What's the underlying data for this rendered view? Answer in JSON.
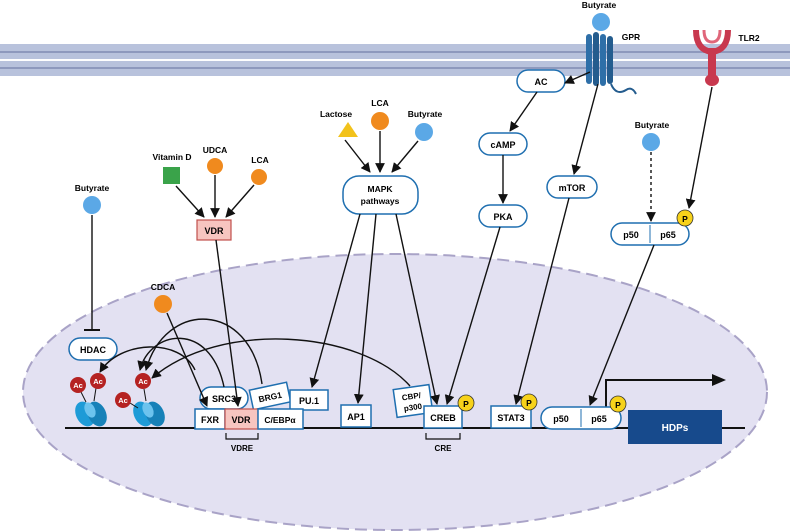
{
  "ligands": {
    "butyrate": "Butyrate",
    "lca": "LCA",
    "udca": "UDCA",
    "vitamin_d": "Vitamin D",
    "lactose": "Lactose",
    "cdca": "CDCA"
  },
  "receptors": {
    "gpr": "GPR",
    "tlr2": "TLR2",
    "vdr": "VDR"
  },
  "signaling": {
    "ac": "AC",
    "camp": "cAMP",
    "pka": "PKA",
    "mtor": "mTOR",
    "mapk_line1": "MAPK",
    "mapk_line2": "pathways",
    "p50": "p50",
    "p65": "p65",
    "phospho": "P",
    "hdac": "HDAC",
    "acetyl": "Ac"
  },
  "nucleus": {
    "src3": "SRC3",
    "brg1": "BRG1",
    "pu1": "PU.1",
    "fxr": "FXR",
    "vdr": "VDR",
    "cebpa": "C/EBPα",
    "ap1": "AP1",
    "cbp_line1": "CBP/",
    "cbp_line2": "p300",
    "creb": "CREB",
    "stat3": "STAT3",
    "p50": "p50",
    "p65": "p65",
    "hdps": "HDPs",
    "vdre": "VDRE",
    "cre": "CRE"
  },
  "colors": {
    "membrane": "#b8c2dc",
    "nucleus": "#e3e1f2",
    "box_border": "#1f6fb0",
    "ligand_blue": "#5ba8e6",
    "ligand_orange": "#f08a1e",
    "ligand_yellow": "#f2c21b",
    "ligand_green": "#3aa34a",
    "phospho": "#f7d21a",
    "acetyl": "#b52222",
    "histone": "#1e9bd7",
    "vdr_fill": "#f7c5c0",
    "tlr2": "#c8384e",
    "gpr": "#2e6fa8",
    "hdps": "#174a8c"
  }
}
